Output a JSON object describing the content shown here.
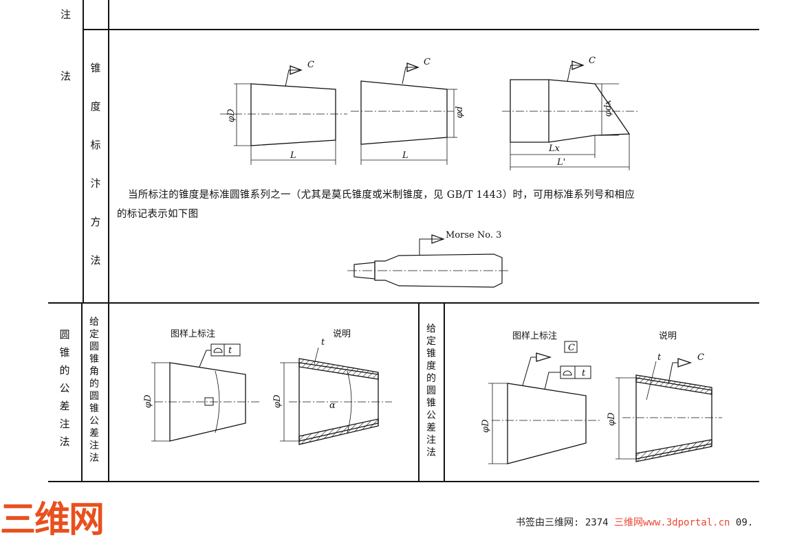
{
  "left_col": {
    "top_char": "注",
    "method_char": "法"
  },
  "section_taper": {
    "label_chars": [
      "锥",
      "度",
      "标",
      "汴",
      "方",
      "法"
    ],
    "paragraph_line1": "当所标注的锥度是标准圆锥系列之一（尤其是莫氏锥度或米制锥度，见 GB/T 1443）时，可用标准系列号和相应",
    "paragraph_line2": "的标记表示如下图",
    "fig_labels": {
      "datum": "C",
      "phiD": "φD",
      "phid": "φd",
      "phidx": "φdx",
      "L": "L",
      "Lx": "Lx",
      "Lprime": "L'",
      "morse": "Morse No. 3"
    }
  },
  "section_tolerance": {
    "row_label_chars": [
      "圆",
      "锥",
      "的",
      "公",
      "差",
      "注",
      "法"
    ],
    "sub1_chars": [
      "给",
      "定",
      "圆",
      "锥",
      "角",
      "的",
      "圆",
      "锥",
      "公",
      "差",
      "注",
      "法"
    ],
    "sub2_chars": [
      "给",
      "定",
      "锥",
      "度",
      "的",
      "圆",
      "锥",
      "公",
      "差",
      "注",
      "法"
    ],
    "caption_drawing": "图样上标注",
    "caption_explain1": "说明",
    "caption_explain2": "说明",
    "fig_labels": {
      "t": "t",
      "alpha": "α",
      "phiD": "φD",
      "C": "C"
    }
  },
  "footer": {
    "logo": "三维网",
    "text": "书签由三维网: 2374",
    "watermark": "三维网www.3dportal.cn",
    "tail": "09."
  }
}
